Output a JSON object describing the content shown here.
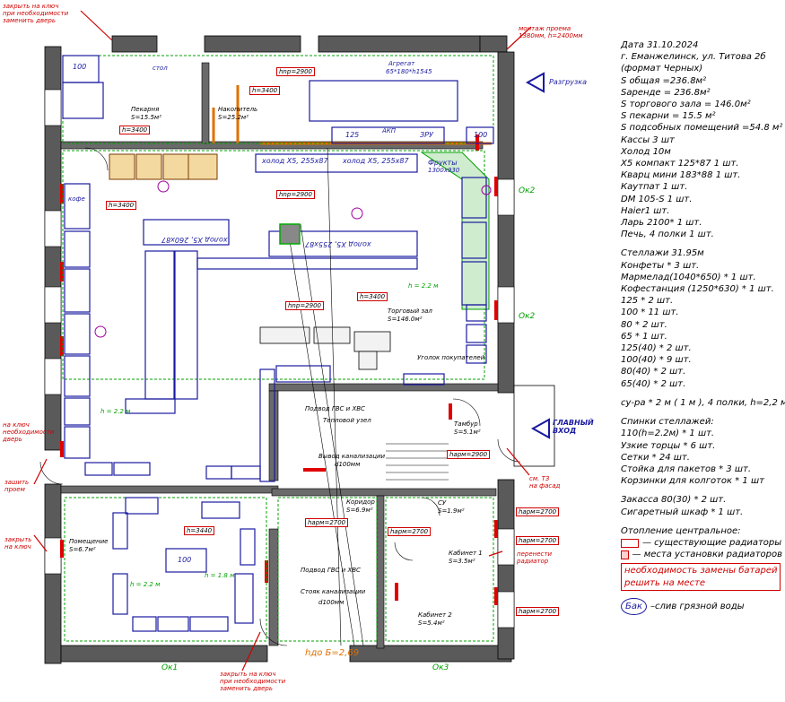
{
  "notes": {
    "lines": [
      "Дата 31.10.2024",
      "г. Еманжелинск, ул. Титова 2б",
      "(формат Черных)",
      "S общая =236.8м²",
      "Sаренде = 236.8м²",
      "S торгового зала = 146.0м²",
      "S пекарни = 15.5 м²",
      "S подсобных помещений =54.8 м²",
      "Кассы 3 шт",
      "Холод 10м",
      "X5 компакт 125*87 1 шт.",
      "Кварц мини 183*88 1 шт.",
      "Каутпат 1 шт.",
      "DM 105-S 1 шт.",
      "Haier1 шт.",
      "Ларь 2100* 1 шт.",
      "Печь, 4 полки 1 шт."
    ],
    "shelves": [
      "Стеллажи 31.95м",
      "Конфеты * 3 шт.",
      "Мармелад(1040*650) * 1 шт.",
      "Кофестанция (1250*630) * 1 шт.",
      "125 * 2 шт.",
      "100 * 11 шт.",
      "80 * 2 шт.",
      "65 * 1 шт.",
      "125(40) * 2 шт.",
      "100(40) * 9 шт.",
      "80(40) * 2 шт.",
      "65(40) * 2 шт."
    ],
    "dryer": "су-ра * 2 м ( 1 м ), 4 полки, h=2,2 м",
    "items": [
      "Спинки стеллажей:",
      "110(h=2.2м) * 1 шт.",
      "Узкие торцы * 6 шт.",
      "Сетки * 24 шт.",
      "Стойка для пакетов * 3 шт.",
      "Корзинки для колготок * 1 шт"
    ],
    "extra": [
      "Закасса 80(30) * 2 шт.",
      "Сигаретный шкаф * 1 шт."
    ],
    "heating_title": "Отопление центральное:",
    "heating_existing": "— существующие радиаторы",
    "heating_install": "— места установки радиаторов",
    "battery_note_1": "необходимость замены батарей",
    "battery_note_2": "решить на месте",
    "bak_label": "Бак",
    "bak_desc": "–слив грязной воды"
  },
  "plan": {
    "bakery": "Пекарня",
    "bakery_area": "S=15.5м²",
    "accum": "Накопитель",
    "accum_area": "S=25.2м²",
    "hall": "Торговый зал",
    "hall_area": "S=146.0м²",
    "room": "Помещение",
    "room_area": "S=6.7м²",
    "corridor": "Коридор",
    "corridor_area": "S=6.9м²",
    "vestibule": "Тамбур",
    "vestibule_area": "S=5.1м²",
    "wc": "СУ",
    "wc_area": "S=1.9м²",
    "cab1": "Кабинет 1",
    "cab1_area": "S=3.5м²",
    "cab2": "Кабинет 2",
    "cab2_area": "S=5.4м²",
    "aggregate": "Агрегат",
    "aggregate_size": "65*180*h1545",
    "fruits": "Фрукты",
    "fruits_size": "1300x930",
    "kholod1": "холод X5, 255x87",
    "kholod2": "холод X5, 255x87",
    "kholod3": "холод X5, 260x87",
    "kholod4": "холод X5, 255x87",
    "zru": "ЗРУ",
    "akp": "АКП",
    "n125": "125",
    "n100": "100",
    "entrance": "ГЛАВНЫЙ ВХОД",
    "unload": "Разгрузка",
    "h3400": "h=3400",
    "h3440": "h=3440",
    "hnp2900": "hnp=2900",
    "hapm2700": "hарм=2700",
    "hapm2900": "hарм=2900",
    "hdo": "hдо Б=2,69",
    "riser1": "Подвод ГВС и ХВС",
    "riser2": "Тепловой узел",
    "sewer": "Вывод канализации",
    "sewer_d": "d100мм",
    "riser3": "Подвод ГВС и ХВС",
    "riser4": "Стояк канализации",
    "riser4_d": "d100мм",
    "corner": "Уголок покупателей",
    "ok1": "Ок1",
    "ok2a": "Ок2",
    "ok2b": "Ок2",
    "ok3": "Ок3",
    "mount": "монтаж проема",
    "mount2": "1380мм, h=2400мм",
    "lock1": "закрыть на ключ",
    "lock1b": "при необходимости",
    "lock1c": "заменить дверь",
    "lock2": "на ключ",
    "lock2b": "необходимости",
    "lock2c": "дверь",
    "sew_open": "зашить",
    "sew_open2": "проем",
    "lock3": "закрыть",
    "lock3b": "на ключ",
    "lock4": "закрыть на ключ",
    "lock4b": "при необходимости",
    "lock4c": "заменить дверь",
    "move_rad": "перенести",
    "move_rad2": "радиатор",
    "t3": "см. ТЗ",
    "t3b": "на фасад",
    "h22": "h = 2.2 м",
    "h18": "h = 1.8 м",
    "stol": "стол",
    "kofe": "кофе",
    "bak": "Бак"
  }
}
